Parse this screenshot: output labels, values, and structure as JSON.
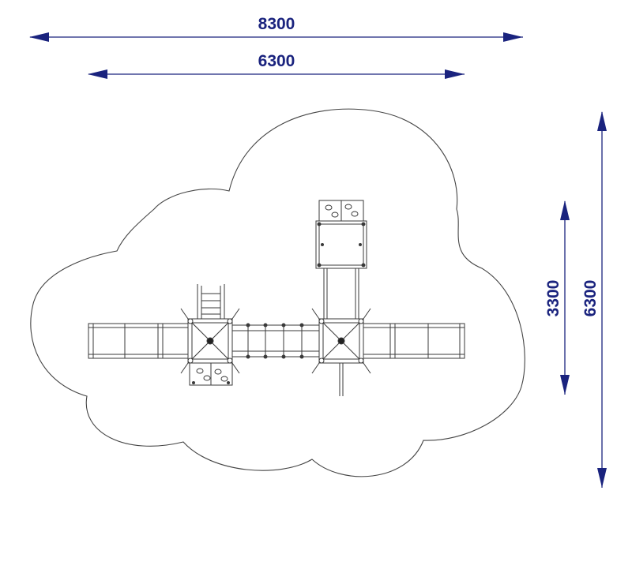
{
  "colors": {
    "dimension": "#1a237e",
    "drawing": "#3a3a3a",
    "background": "#ffffff"
  },
  "dimensions": {
    "overall_width": "8300",
    "structure_width": "6300",
    "structure_depth": "3300",
    "overall_depth": "6300"
  }
}
